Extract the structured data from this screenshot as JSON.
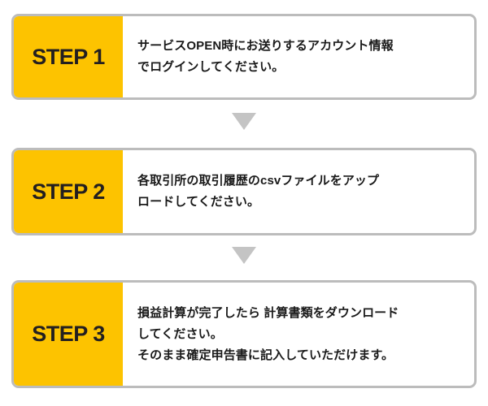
{
  "flow": {
    "accent_color": "#fdc300",
    "border_color": "#bcbcbc",
    "arrow_color": "#c4c4c4",
    "text_color": "#1a1a1a",
    "steps": [
      {
        "label": "STEP 1",
        "lines": [
          "サービスOPEN時にお送りするアカウント情報",
          "でログインしてください。"
        ]
      },
      {
        "label": "STEP 2",
        "lines": [
          "各取引所の取引履歴のcsvファイルをアップ",
          "ロードしてください。"
        ]
      },
      {
        "label": "STEP 3",
        "lines": [
          "損益計算が完了したら 計算書類をダウンロード",
          "してください。",
          "そのまま確定申告書に記入していただけます。"
        ]
      }
    ],
    "connectors": [
      {
        "icon": "arrow-down-icon"
      },
      {
        "icon": "arrow-down-icon"
      }
    ]
  }
}
